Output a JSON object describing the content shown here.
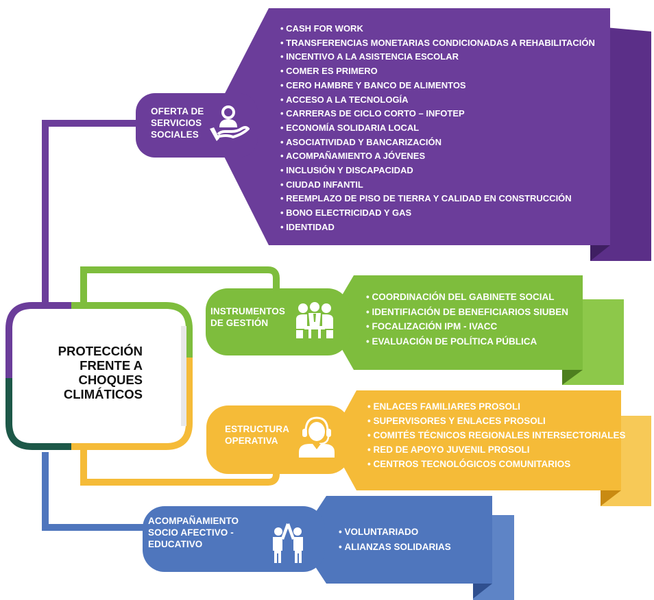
{
  "center": {
    "title": "PROTECCIÓN\nFRENTE A\nCHOQUES\nCLIMÁTICOS"
  },
  "colors": {
    "purple": "#6b3d9a",
    "green": "#7ebd3d",
    "yellow": "#f5bb38",
    "blue": "#4f76bd",
    "dark_green": "#1d5848"
  },
  "sections": [
    {
      "label": "OFERTA DE\nSERVICIOS\nSOCIALES",
      "icon": "hand-holding-person-icon",
      "items": [
        "CASH FOR WORK",
        "TRANSFERENCIAS MONETARIAS CONDICIONADAS A REHABILITACIÓN",
        "INCENTIVO A LA ASISTENCIA ESCOLAR",
        "COMER ES PRIMERO",
        "CERO HAMBRE Y BANCO DE ALIMENTOS",
        "ACCESO A LA TECNOLOGÍA",
        "CARRERAS DE CICLO CORTO – INFOTEP",
        "ECONOMÍA SOLIDARIA LOCAL",
        "ASOCIATIVIDAD Y BANCARIZACIÓN",
        "ACOMPAÑAMIENTO A JÓVENES",
        "INCLUSIÓN Y DISCAPACIDAD",
        "CIUDAD INFANTIL",
        "REEMPLAZO DE PISO DE TIERRA Y CALIDAD EN CONSTRUCCIÓN",
        "BONO ELECTRICIDAD Y GAS",
        "IDENTIDAD"
      ]
    },
    {
      "label": "INSTRUMENTOS\nDE GESTIÓN",
      "icon": "meeting-group-icon",
      "items": [
        "COORDINACIÓN DEL GABINETE SOCIAL",
        "IDENTIFIACIÓN DE BENEFICIARIOS SIUBEN",
        "FOCALIZACIÓN IPM - IVACC",
        "EVALUACIÓN DE POLÍTICA PÚBLICA"
      ]
    },
    {
      "label": "ESTRUCTURA\nOPERATIVA",
      "icon": "headset-operator-icon",
      "items": [
        "ENLACES FAMILIARES PROSOLI",
        "SUPERVISORES Y ENLACES PROSOLI",
        "COMITÉS TÉCNICOS REGIONALES INTERSECTORIALES",
        "RED DE APOYO JUVENIL PROSOLI",
        "CENTROS TECNOLÓGICOS COMUNITARIOS"
      ]
    },
    {
      "label": "ACOMPAÑAMIENTO\nSOCIO AFECTIVO -\nEDUCATIVO",
      "icon": "high-five-people-icon",
      "items": [
        "VOLUNTARIADO",
        "ALIANZAS SOLIDARIAS"
      ]
    }
  ]
}
